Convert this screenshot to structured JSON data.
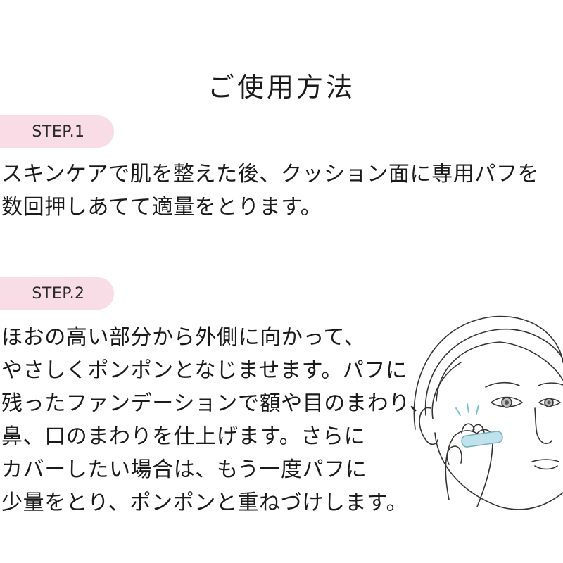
{
  "title": "ご使用方法",
  "steps": [
    {
      "label": "STEP.1",
      "lines": [
        "スキンケアで肌を整えた後、クッション面に専用パフを",
        "数回押しあてて適量をとります。"
      ]
    },
    {
      "label": "STEP.2",
      "lines": [
        "ほおの高い部分から外側に向かって、",
        "やさしくポンポンとなじませます。パフに",
        "残ったファンデーションで額や目のまわり、",
        "鼻、口のまわりを仕上げます。さらに",
        "カバーしたい場合は、もう一度パフに",
        "少量をとり、ポンポンと重ねづけします。"
      ]
    }
  ],
  "colors": {
    "pill": "#f9dde6",
    "puff": "#bfe3ec"
  },
  "illustration": {
    "icon": "face-applying-puff-illustration"
  }
}
